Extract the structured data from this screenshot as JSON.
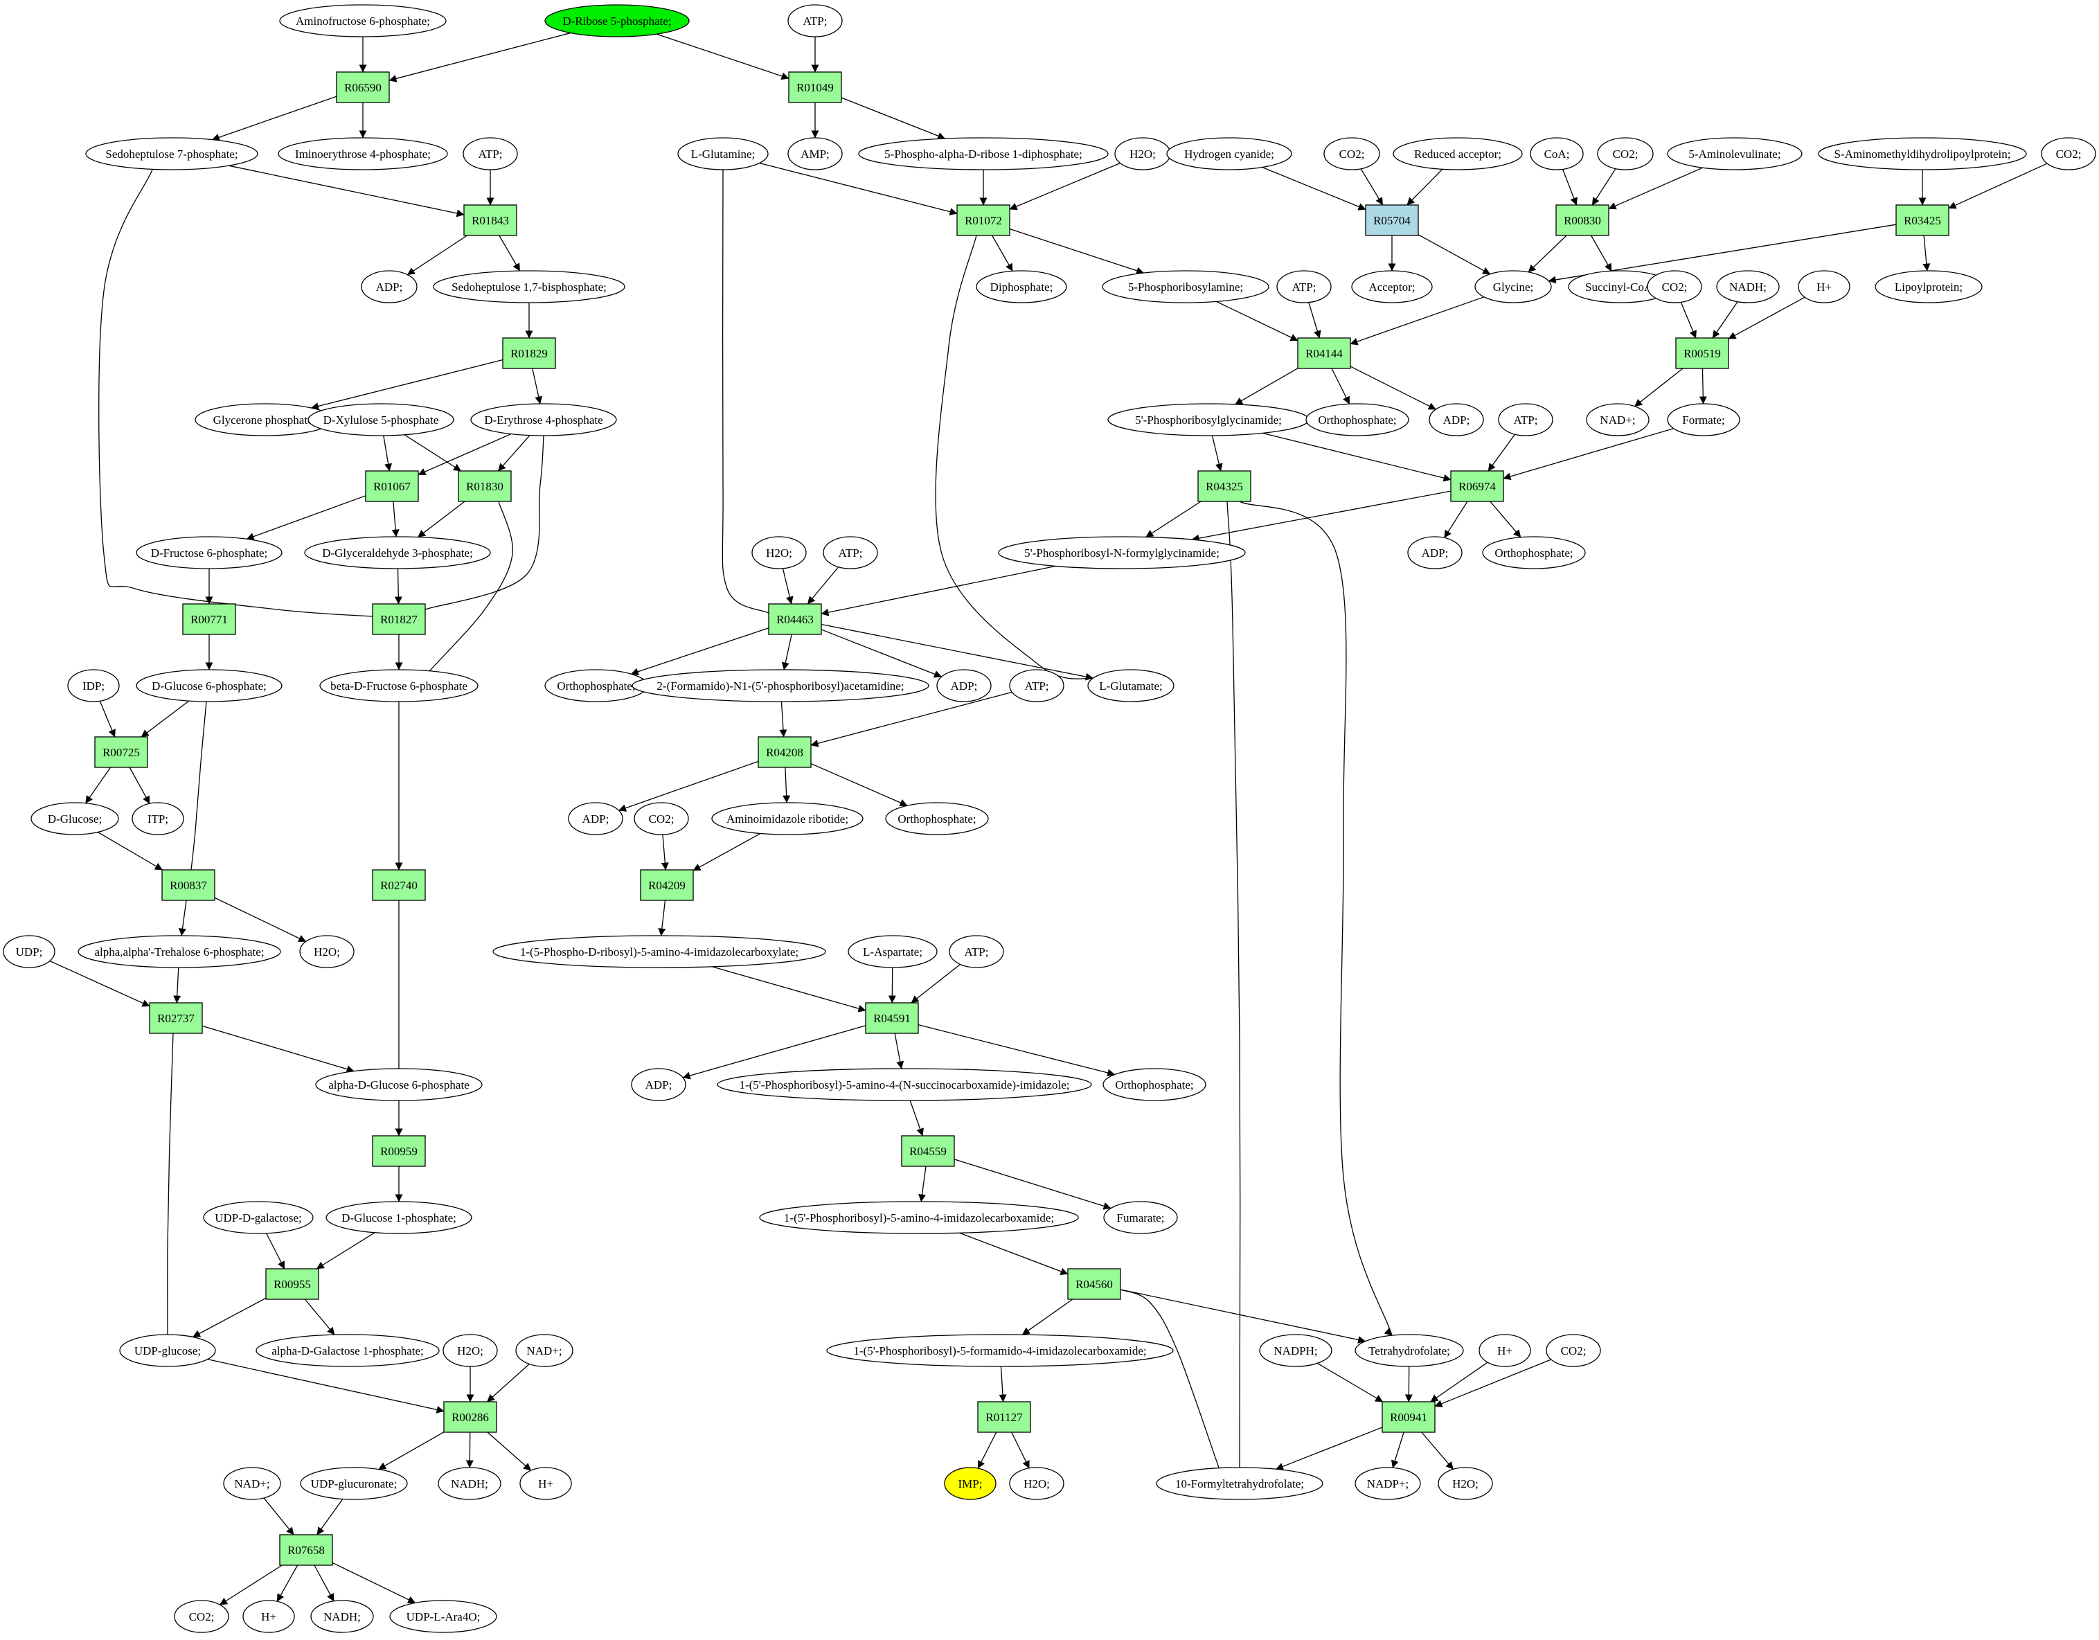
{
  "colors": {
    "compound": "#ffffff",
    "reaction": "#98fb98",
    "reaction_alt": "#add8e6",
    "source_compound": "#00ee00",
    "target_compound": "#ffff00"
  },
  "nodes": {
    "aminofructose6p": {
      "label": "Aminofructose 6-phosphate;",
      "kind": "compound"
    },
    "dribose5p": {
      "label": "D-Ribose 5-phosphate;",
      "kind": "compound",
      "highlight": "source"
    },
    "atp_top": {
      "label": "ATP;",
      "kind": "compound"
    },
    "R06590": {
      "label": "R06590",
      "kind": "reaction"
    },
    "R01049": {
      "label": "R01049",
      "kind": "reaction"
    },
    "sedoheptulose7p": {
      "label": "Sedoheptulose 7-phosphate;",
      "kind": "compound"
    },
    "iminoerythrose4p": {
      "label": "Iminoerythrose 4-phosphate;",
      "kind": "compound"
    },
    "amp": {
      "label": "AMP;",
      "kind": "compound"
    },
    "prpp": {
      "label": "5-Phospho-alpha-D-ribose 1-diphosphate;",
      "kind": "compound"
    },
    "lglutamine": {
      "label": "L-Glutamine;",
      "kind": "compound"
    },
    "h2o_a": {
      "label": "H2O;",
      "kind": "compound"
    },
    "atp_a": {
      "label": "ATP;",
      "kind": "compound"
    },
    "R01843": {
      "label": "R01843",
      "kind": "reaction"
    },
    "R01072": {
      "label": "R01072",
      "kind": "reaction"
    },
    "adp_a": {
      "label": "ADP;",
      "kind": "compound"
    },
    "sedoheptulose17bp": {
      "label": "Sedoheptulose 1,7-bisphosphate;",
      "kind": "compound"
    },
    "diphosphate": {
      "label": "Diphosphate;",
      "kind": "compound"
    },
    "phosphoribosylamine": {
      "label": "5-Phosphoribosylamine;",
      "kind": "compound"
    },
    "hcn": {
      "label": "Hydrogen cyanide;",
      "kind": "compound"
    },
    "co2_a": {
      "label": "CO2;",
      "kind": "compound"
    },
    "reducedacceptor": {
      "label": "Reduced acceptor;",
      "kind": "compound"
    },
    "R05704": {
      "label": "R05704",
      "kind": "reaction",
      "alt": true
    },
    "acceptor": {
      "label": "Acceptor;",
      "kind": "compound"
    },
    "glycine": {
      "label": "Glycine;",
      "kind": "compound"
    },
    "coa": {
      "label": "CoA;",
      "kind": "compound"
    },
    "co2_b": {
      "label": "CO2;",
      "kind": "compound"
    },
    "aminolevulinate": {
      "label": "5-Aminolevulinate;",
      "kind": "compound"
    },
    "R00830": {
      "label": "R00830",
      "kind": "reaction"
    },
    "succinylcoa": {
      "label": "Succinyl-CoA;",
      "kind": "compound"
    },
    "saminomethyl": {
      "label": "S-Aminomethyldihydrolipoylprotein;",
      "kind": "compound"
    },
    "co2_c": {
      "label": "CO2;",
      "kind": "compound"
    },
    "R03425": {
      "label": "R03425",
      "kind": "reaction"
    },
    "lipoylprotein": {
      "label": "Lipoylprotein;",
      "kind": "compound"
    },
    "co2_d": {
      "label": "CO2;",
      "kind": "compound"
    },
    "nadh_a": {
      "label": "NADH;",
      "kind": "compound"
    },
    "hplus_a": {
      "label": "H+",
      "kind": "compound"
    },
    "R00519": {
      "label": "R00519",
      "kind": "reaction"
    },
    "nadplus_a": {
      "label": "NAD+;",
      "kind": "compound"
    },
    "formate": {
      "label": "Formate;",
      "kind": "compound"
    },
    "atp_b": {
      "label": "ATP;",
      "kind": "compound"
    },
    "R04144": {
      "label": "R04144",
      "kind": "reaction"
    },
    "R01829": {
      "label": "R01829",
      "kind": "reaction"
    },
    "glyceronep": {
      "label": "Glycerone phosphate;",
      "kind": "compound"
    },
    "dxylulose5p": {
      "label": "D-Xylulose 5-phosphate",
      "kind": "compound"
    },
    "derythrose4p": {
      "label": "D-Erythrose 4-phosphate",
      "kind": "compound"
    },
    "gar": {
      "label": "5'-Phosphoribosylglycinamide;",
      "kind": "compound"
    },
    "orthophosphate_a": {
      "label": "Orthophosphate;",
      "kind": "compound"
    },
    "adp_b": {
      "label": "ADP;",
      "kind": "compound"
    },
    "atp_c": {
      "label": "ATP;",
      "kind": "compound"
    },
    "R01067": {
      "label": "R01067",
      "kind": "reaction"
    },
    "R01830": {
      "label": "R01830",
      "kind": "reaction"
    },
    "R04325": {
      "label": "R04325",
      "kind": "reaction"
    },
    "R06974": {
      "label": "R06974",
      "kind": "reaction"
    },
    "dfructose6p": {
      "label": "D-Fructose 6-phosphate;",
      "kind": "compound"
    },
    "dglyceraldehyde3p": {
      "label": "D-Glyceraldehyde 3-phosphate;",
      "kind": "compound"
    },
    "fgar": {
      "label": "5'-Phosphoribosyl-N-formylglycinamide;",
      "kind": "compound"
    },
    "adp_c": {
      "label": "ADP;",
      "kind": "compound"
    },
    "orthophosphate_b": {
      "label": "Orthophosphate;",
      "kind": "compound"
    },
    "h2o_b": {
      "label": "H2O;",
      "kind": "compound"
    },
    "atp_d": {
      "label": "ATP;",
      "kind": "compound"
    },
    "R00771": {
      "label": "R00771",
      "kind": "reaction"
    },
    "R01827": {
      "label": "R01827",
      "kind": "reaction"
    },
    "R04463": {
      "label": "R04463",
      "kind": "reaction"
    },
    "idp": {
      "label": "IDP;",
      "kind": "compound"
    },
    "dglucose6p": {
      "label": "D-Glucose 6-phosphate;",
      "kind": "compound"
    },
    "betadfructose6p": {
      "label": "beta-D-Fructose 6-phosphate",
      "kind": "compound"
    },
    "orthophosphate_c": {
      "label": "Orthophosphate;",
      "kind": "compound"
    },
    "fgam": {
      "label": "2-(Formamido)-N1-(5'-phosphoribosyl)acetamidine;",
      "kind": "compound"
    },
    "adp_d": {
      "label": "ADP;",
      "kind": "compound"
    },
    "lglutamate": {
      "label": "L-Glutamate;",
      "kind": "compound"
    },
    "atp_e": {
      "label": "ATP;",
      "kind": "compound"
    },
    "R00725": {
      "label": "R00725",
      "kind": "reaction"
    },
    "R04208": {
      "label": "R04208",
      "kind": "reaction"
    },
    "dglucose": {
      "label": "D-Glucose;",
      "kind": "compound"
    },
    "itp": {
      "label": "ITP;",
      "kind": "compound"
    },
    "adp_e": {
      "label": "ADP;",
      "kind": "compound"
    },
    "co2_e": {
      "label": "CO2;",
      "kind": "compound"
    },
    "air": {
      "label": "Aminoimidazole ribotide;",
      "kind": "compound"
    },
    "orthophosphate_d": {
      "label": "Orthophosphate;",
      "kind": "compound"
    },
    "R00837": {
      "label": "R00837",
      "kind": "reaction"
    },
    "R02740": {
      "label": "R02740",
      "kind": "reaction"
    },
    "R04209": {
      "label": "R04209",
      "kind": "reaction"
    },
    "udp_a": {
      "label": "UDP;",
      "kind": "compound"
    },
    "trehalose6p": {
      "label": "alpha,alpha'-Trehalose 6-phosphate;",
      "kind": "compound"
    },
    "h2o_c": {
      "label": "H2O;",
      "kind": "compound"
    },
    "cair": {
      "label": "1-(5-Phospho-D-ribosyl)-5-amino-4-imidazolecarboxylate;",
      "kind": "compound"
    },
    "laspartate": {
      "label": "L-Aspartate;",
      "kind": "compound"
    },
    "atp_f": {
      "label": "ATP;",
      "kind": "compound"
    },
    "R02737": {
      "label": "R02737",
      "kind": "reaction"
    },
    "R04591": {
      "label": "R04591",
      "kind": "reaction"
    },
    "alphadglucose6p": {
      "label": "alpha-D-Glucose 6-phosphate",
      "kind": "compound"
    },
    "adp_f": {
      "label": "ADP;",
      "kind": "compound"
    },
    "saicar": {
      "label": "1-(5'-Phosphoribosyl)-5-amino-4-(N-succinocarboxamide)-imidazole;",
      "kind": "compound"
    },
    "orthophosphate_e": {
      "label": "Orthophosphate;",
      "kind": "compound"
    },
    "R00959": {
      "label": "R00959",
      "kind": "reaction"
    },
    "R04559": {
      "label": "R04559",
      "kind": "reaction"
    },
    "udpdgalactose": {
      "label": "UDP-D-galactose;",
      "kind": "compound"
    },
    "dglucose1p": {
      "label": "D-Glucose 1-phosphate;",
      "kind": "compound"
    },
    "aicar": {
      "label": "1-(5'-Phosphoribosyl)-5-amino-4-imidazolecarboxamide;",
      "kind": "compound"
    },
    "fumarate": {
      "label": "Fumarate;",
      "kind": "compound"
    },
    "R00955": {
      "label": "R00955",
      "kind": "reaction"
    },
    "R04560": {
      "label": "R04560",
      "kind": "reaction"
    },
    "udpglucose": {
      "label": "UDP-glucose;",
      "kind": "compound"
    },
    "alphadgalactose1p": {
      "label": "alpha-D-Galactose 1-phosphate;",
      "kind": "compound"
    },
    "h2o_d": {
      "label": "H2O;",
      "kind": "compound"
    },
    "nadplus_b": {
      "label": "NAD+;",
      "kind": "compound"
    },
    "faicar": {
      "label": "1-(5'-Phosphoribosyl)-5-formamido-4-imidazolecarboxamide;",
      "kind": "compound"
    },
    "nadph": {
      "label": "NADPH;",
      "kind": "compound"
    },
    "thf": {
      "label": "Tetrahydrofolate;",
      "kind": "compound"
    },
    "hplus_b": {
      "label": "H+",
      "kind": "compound"
    },
    "co2_f": {
      "label": "CO2;",
      "kind": "compound"
    },
    "R00286": {
      "label": "R00286",
      "kind": "reaction"
    },
    "R01127": {
      "label": "R01127",
      "kind": "reaction"
    },
    "R00941": {
      "label": "R00941",
      "kind": "reaction"
    },
    "nadplus_c": {
      "label": "NAD+;",
      "kind": "compound"
    },
    "udpglucuronate": {
      "label": "UDP-glucuronate;",
      "kind": "compound"
    },
    "nadh_b": {
      "label": "NADH;",
      "kind": "compound"
    },
    "hplus_c": {
      "label": "H+",
      "kind": "compound"
    },
    "imp": {
      "label": "IMP;",
      "kind": "compound",
      "highlight": "target"
    },
    "h2o_e": {
      "label": "H2O;",
      "kind": "compound"
    },
    "formylthf": {
      "label": "10-Formyltetrahydrofolate;",
      "kind": "compound"
    },
    "nadpplus": {
      "label": "NADP+;",
      "kind": "compound"
    },
    "h2o_f": {
      "label": "H2O;",
      "kind": "compound"
    },
    "R07658": {
      "label": "R07658",
      "kind": "reaction"
    },
    "co2_g": {
      "label": "CO2;",
      "kind": "compound"
    },
    "hplus_d": {
      "label": "H+",
      "kind": "compound"
    },
    "nadh_c": {
      "label": "NADH;",
      "kind": "compound"
    },
    "udplara4o": {
      "label": "UDP-L-Ara4O;",
      "kind": "compound"
    }
  },
  "edges": [
    [
      "aminofructose6p",
      "R06590"
    ],
    [
      "dribose5p",
      "R06590"
    ],
    [
      "R06590",
      "sedoheptulose7p"
    ],
    [
      "R06590",
      "iminoerythrose4p"
    ],
    [
      "dribose5p",
      "R01049"
    ],
    [
      "atp_top",
      "R01049"
    ],
    [
      "R01049",
      "amp"
    ],
    [
      "R01049",
      "prpp"
    ],
    [
      "sedoheptulose7p",
      "R01843"
    ],
    [
      "atp_a",
      "R01843"
    ],
    [
      "R01843",
      "adp_a"
    ],
    [
      "R01843",
      "sedoheptulose17bp"
    ],
    [
      "lglutamine",
      "R01072"
    ],
    [
      "prpp",
      "R01072"
    ],
    [
      "h2o_a",
      "R01072"
    ],
    [
      "R01072",
      "diphosphate"
    ],
    [
      "R01072",
      "phosphoribosylamine"
    ],
    [
      "hcn",
      "R05704"
    ],
    [
      "co2_a",
      "R05704"
    ],
    [
      "reducedacceptor",
      "R05704"
    ],
    [
      "R05704",
      "acceptor"
    ],
    [
      "R05704",
      "glycine"
    ],
    [
      "coa",
      "R00830"
    ],
    [
      "co2_b",
      "R00830"
    ],
    [
      "aminolevulinate",
      "R00830"
    ],
    [
      "R00830",
      "glycine"
    ],
    [
      "R00830",
      "succinylcoa"
    ],
    [
      "saminomethyl",
      "R03425"
    ],
    [
      "co2_c",
      "R03425"
    ],
    [
      "R03425",
      "glycine"
    ],
    [
      "R03425",
      "lipoylprotein"
    ],
    [
      "co2_d",
      "R00519"
    ],
    [
      "nadh_a",
      "R00519"
    ],
    [
      "hplus_a",
      "R00519"
    ],
    [
      "R00519",
      "nadplus_a"
    ],
    [
      "R00519",
      "formate"
    ],
    [
      "phosphoribosylamine",
      "R04144"
    ],
    [
      "atp_b",
      "R04144"
    ],
    [
      "glycine",
      "R04144"
    ],
    [
      "R04144",
      "gar"
    ],
    [
      "R04144",
      "orthophosphate_a"
    ],
    [
      "R04144",
      "adp_b"
    ],
    [
      "sedoheptulose17bp",
      "R01829"
    ],
    [
      "R01829",
      "glyceronep"
    ],
    [
      "R01829",
      "derythrose4p"
    ],
    [
      "derythrose4p",
      "R01067"
    ],
    [
      "dxylulose5p",
      "R01067"
    ],
    [
      "R01067",
      "dfructose6p"
    ],
    [
      "R01067",
      "dglyceraldehyde3p"
    ],
    [
      "dxylulose5p",
      "R01830"
    ],
    [
      "derythrose4p",
      "R01830"
    ],
    [
      "R01830",
      "dglyceraldehyde3p"
    ],
    [
      "R01830",
      "betadfructose6p"
    ],
    [
      "gar",
      "R04325"
    ],
    [
      "formylthf",
      "R04325"
    ],
    [
      "R04325",
      "fgar"
    ],
    [
      "R04325",
      "thf"
    ],
    [
      "gar",
      "R06974"
    ],
    [
      "atp_c",
      "R06974"
    ],
    [
      "formate",
      "R06974"
    ],
    [
      "R06974",
      "fgar"
    ],
    [
      "R06974",
      "adp_c"
    ],
    [
      "R06974",
      "orthophosphate_b"
    ],
    [
      "dfructose6p",
      "R00771"
    ],
    [
      "R00771",
      "dglucose6p"
    ],
    [
      "sedoheptulose7p",
      "R01827"
    ],
    [
      "dglyceraldehyde3p",
      "R01827"
    ],
    [
      "R01827",
      "derythrose4p"
    ],
    [
      "R01827",
      "betadfructose6p"
    ],
    [
      "lglutamine",
      "R04463"
    ],
    [
      "h2o_b",
      "R04463"
    ],
    [
      "atp_d",
      "R04463"
    ],
    [
      "fgar",
      "R04463"
    ],
    [
      "R04463",
      "orthophosphate_c"
    ],
    [
      "R04463",
      "fgam"
    ],
    [
      "R04463",
      "adp_d"
    ],
    [
      "R04463",
      "lglutamate"
    ],
    [
      "R01072",
      "lglutamate"
    ],
    [
      "idp",
      "R00725"
    ],
    [
      "dglucose6p",
      "R00725"
    ],
    [
      "R00725",
      "dglucose"
    ],
    [
      "R00725",
      "itp"
    ],
    [
      "fgam",
      "R04208"
    ],
    [
      "atp_e",
      "R04208"
    ],
    [
      "R04208",
      "adp_e"
    ],
    [
      "R04208",
      "air"
    ],
    [
      "R04208",
      "orthophosphate_d"
    ],
    [
      "dglucose",
      "R00837"
    ],
    [
      "dglucose6p",
      "R00837"
    ],
    [
      "R00837",
      "trehalose6p"
    ],
    [
      "R00837",
      "h2o_c"
    ],
    [
      "betadfructose6p",
      "R02740"
    ],
    [
      "R02740",
      "alphadglucose6p"
    ],
    [
      "co2_e",
      "R04209"
    ],
    [
      "air",
      "R04209"
    ],
    [
      "R04209",
      "cair"
    ],
    [
      "udp_a",
      "R02737"
    ],
    [
      "trehalose6p",
      "R02737"
    ],
    [
      "R02737",
      "alphadglucose6p"
    ],
    [
      "R02737",
      "udpglucose"
    ],
    [
      "cair",
      "R04591"
    ],
    [
      "laspartate",
      "R04591"
    ],
    [
      "atp_f",
      "R04591"
    ],
    [
      "R04591",
      "adp_f"
    ],
    [
      "R04591",
      "saicar"
    ],
    [
      "R04591",
      "orthophosphate_e"
    ],
    [
      "alphadglucose6p",
      "R00959"
    ],
    [
      "R00959",
      "dglucose1p"
    ],
    [
      "saicar",
      "R04559"
    ],
    [
      "R04559",
      "aicar"
    ],
    [
      "R04559",
      "fumarate"
    ],
    [
      "udpdgalactose",
      "R00955"
    ],
    [
      "dglucose1p",
      "R00955"
    ],
    [
      "R00955",
      "udpglucose"
    ],
    [
      "R00955",
      "alphadgalactose1p"
    ],
    [
      "aicar",
      "R04560"
    ],
    [
      "formylthf",
      "R04560"
    ],
    [
      "R04560",
      "faicar"
    ],
    [
      "R04560",
      "thf"
    ],
    [
      "udpglucose",
      "R00286"
    ],
    [
      "h2o_d",
      "R00286"
    ],
    [
      "nadplus_b",
      "R00286"
    ],
    [
      "R00286",
      "udpglucuronate"
    ],
    [
      "R00286",
      "nadh_b"
    ],
    [
      "R00286",
      "hplus_c"
    ],
    [
      "faicar",
      "R01127"
    ],
    [
      "R01127",
      "imp"
    ],
    [
      "R01127",
      "h2o_e"
    ],
    [
      "nadph",
      "R00941"
    ],
    [
      "thf",
      "R00941"
    ],
    [
      "hplus_b",
      "R00941"
    ],
    [
      "co2_f",
      "R00941"
    ],
    [
      "R00941",
      "formylthf"
    ],
    [
      "R00941",
      "nadpplus"
    ],
    [
      "R00941",
      "h2o_f"
    ],
    [
      "nadplus_c",
      "R07658"
    ],
    [
      "udpglucuronate",
      "R07658"
    ],
    [
      "R07658",
      "co2_g"
    ],
    [
      "R07658",
      "hplus_d"
    ],
    [
      "R07658",
      "nadh_c"
    ],
    [
      "R07658",
      "udplara4o"
    ]
  ]
}
